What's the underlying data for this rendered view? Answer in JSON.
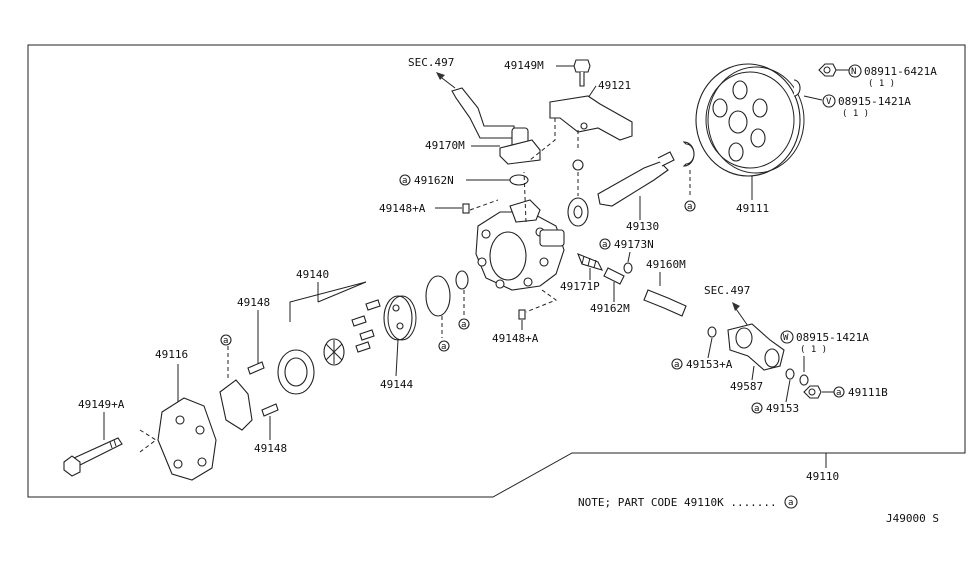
{
  "diagram": {
    "figure_id": "J49000 S",
    "note": {
      "text": "NOTE; PART CODE 49110K .......",
      "symbol": "a"
    },
    "sections": [
      {
        "id": "sec-top",
        "text": "SEC.497"
      },
      {
        "id": "sec-right",
        "text": "SEC.497"
      }
    ],
    "labels": [
      {
        "id": "49149M",
        "text": "49149M"
      },
      {
        "id": "49121",
        "text": "49121"
      },
      {
        "id": "08911",
        "text": "08911-6421A",
        "prefix": "N",
        "qty": "( 1 )"
      },
      {
        "id": "08915a",
        "text": "08915-1421A",
        "prefix": "V",
        "qty": "( 1 )"
      },
      {
        "id": "49170M",
        "text": "49170M"
      },
      {
        "id": "49162N",
        "text": "49162N",
        "prefix": "a"
      },
      {
        "id": "49148A1",
        "text": "49148+A"
      },
      {
        "id": "49130",
        "text": "49130"
      },
      {
        "id": "49111",
        "text": "49111"
      },
      {
        "id": "49173N",
        "text": "49173N",
        "prefix": "a"
      },
      {
        "id": "49171P",
        "text": "49171P"
      },
      {
        "id": "49162M",
        "text": "49162M"
      },
      {
        "id": "49160M",
        "text": "49160M"
      },
      {
        "id": "49140",
        "text": "49140"
      },
      {
        "id": "49148a",
        "text": "49148"
      },
      {
        "id": "49116",
        "text": "49116"
      },
      {
        "id": "49144",
        "text": "49144"
      },
      {
        "id": "49148A2",
        "text": "49148+A"
      },
      {
        "id": "08915b",
        "text": "08915-1421A",
        "prefix": "W",
        "qty": "( 1 )"
      },
      {
        "id": "49153A",
        "text": "49153+A",
        "prefix": "a"
      },
      {
        "id": "49587",
        "text": "49587"
      },
      {
        "id": "49153",
        "text": "49153",
        "prefix": "a"
      },
      {
        "id": "49111B",
        "text": "49111B",
        "prefix": "a"
      },
      {
        "id": "49149A",
        "text": "49149+A"
      },
      {
        "id": "49148b",
        "text": "49148"
      },
      {
        "id": "49110",
        "text": "49110"
      }
    ]
  }
}
